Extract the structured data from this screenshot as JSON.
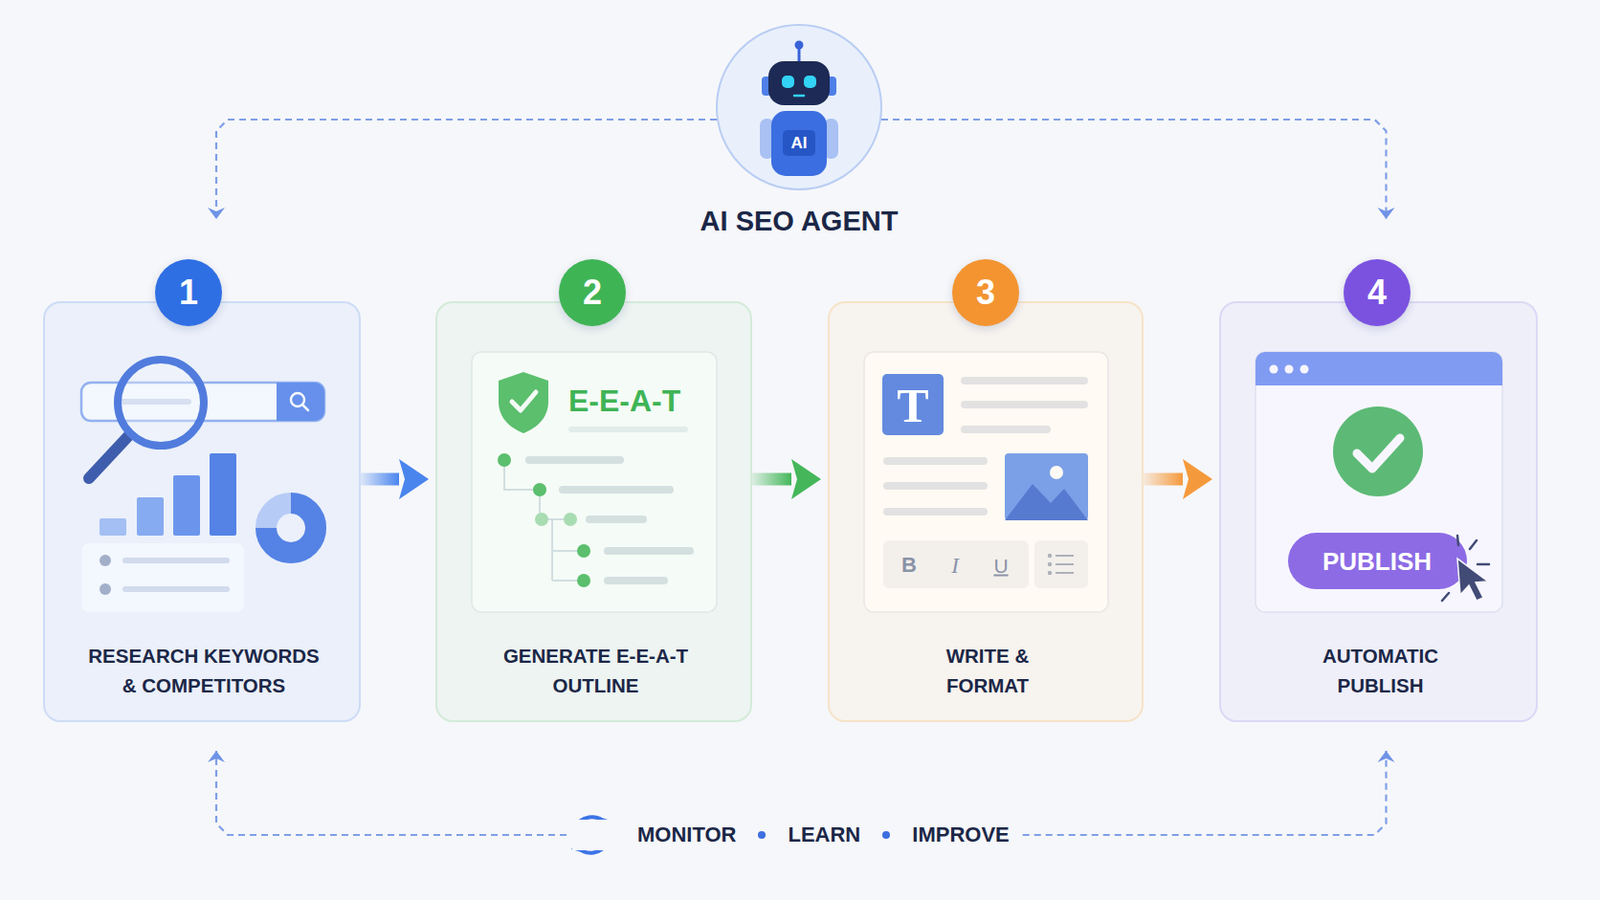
{
  "diagram": {
    "nodes": [
      {
        "text": [
          "AI SEO AGENT"
        ]
      },
      {
        "text": [
          "RESEARCH KEYWORDS & COMPETITORS"
        ]
      },
      {
        "text": [
          "1"
        ],
        "in": 1
      },
      {
        "text": [
          "GENERATE E-E-A-T OUTLINE"
        ]
      },
      {
        "text": [
          "2"
        ],
        "in": 3
      },
      {
        "text": [
          "WRITE & FORMAT"
        ]
      },
      {
        "text": [
          "3"
        ],
        "in": 5
      },
      {
        "text": [
          "AUTOMATIC PUBLISH"
        ]
      },
      {
        "text": [
          "4"
        ],
        "in": 7
      },
      {
        "text": [
          "MONITOR",
          "LEARN",
          "IMPROVE"
        ]
      }
    ],
    "edges": [
      {
        "from": 0,
        "to": 1,
        "arrow": "to"
      },
      {
        "from": 0,
        "to": 7,
        "arrow": "to"
      },
      {
        "from": 1,
        "to": 3,
        "arrow": "to"
      },
      {
        "from": 3,
        "to": 5,
        "arrow": "to"
      },
      {
        "from": 5,
        "to": 7,
        "arrow": "to"
      },
      {
        "from": 9,
        "to": 1,
        "arrow": "to"
      },
      {
        "from": 9,
        "to": 7,
        "arrow": "to"
      }
    ],
    "labels": [
      "AI",
      "E-E-A-T",
      "T",
      "B",
      "I",
      "U",
      "PUBLISH"
    ]
  }
}
